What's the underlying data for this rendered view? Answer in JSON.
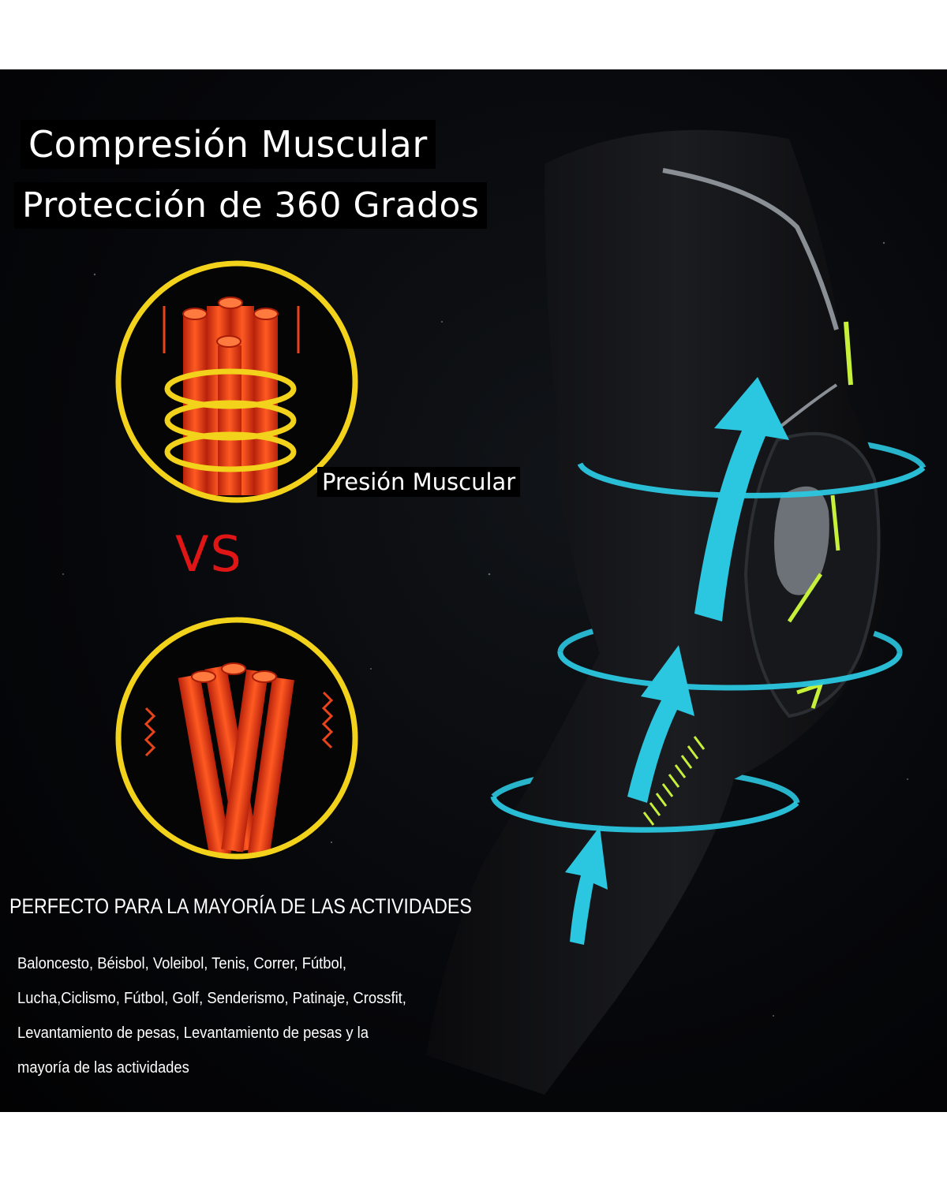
{
  "headline": {
    "line1": "Compresión Muscular",
    "line2": "Protección de 360 Grados"
  },
  "pressure_label": "Presión Muscular",
  "versus_label": "VS",
  "activities": {
    "heading": "PERFECTO PARA LA MAYORÍA DE LAS ACTIVIDADES",
    "lines": [
      "Baloncesto, Béisbol, Voleibol, Tenis, Correr, Fútbol,",
      "Lucha,Ciclismo, Fútbol, Golf, Senderismo, Patinaje, Crossfit,",
      "Levantamiento de pesas, Levantamiento de pesas y la",
      "mayoría de las actividades"
    ]
  },
  "colors": {
    "background": "#05060a",
    "ring": "#f2d21a",
    "muscle": "#e8431a",
    "arrow": "#2bc7e0",
    "accent": "#c6f03a",
    "vs": "#e01515"
  }
}
